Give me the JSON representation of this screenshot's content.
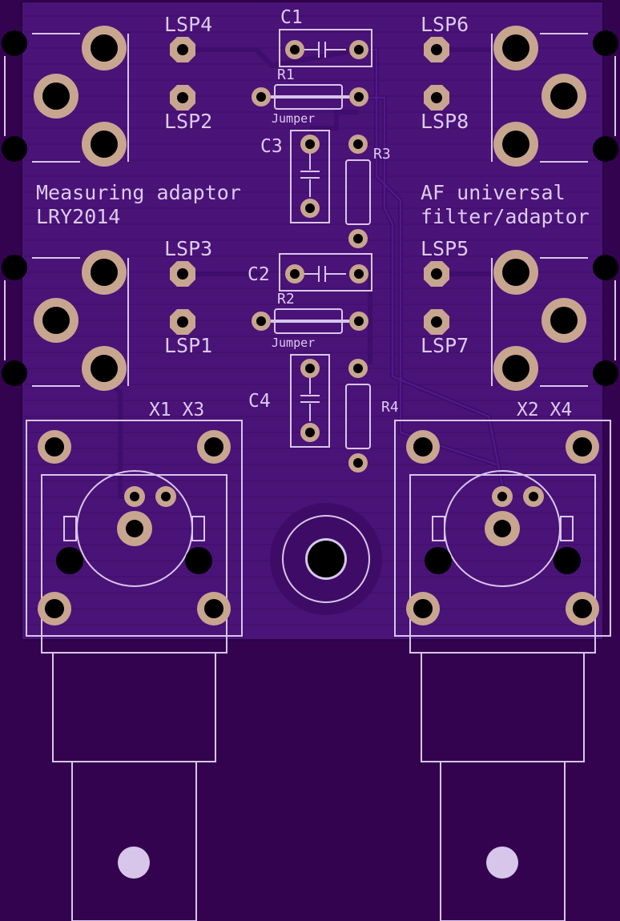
{
  "board": {
    "title_left": [
      "Measuring adaptor",
      "LRY2014"
    ],
    "title_right": [
      "AF universal",
      "filter/adaptor"
    ],
    "colors": {
      "substrate": "#33034f",
      "board_fill": "#4a1378",
      "silkscreen": "#d7c6ea",
      "pad_copper": "#c8a58f",
      "hole": "#000000"
    }
  },
  "labels": {
    "lsp4": "LSP4",
    "lsp2": "LSP2",
    "lsp3": "LSP3",
    "lsp1": "LSP1",
    "lsp6": "LSP6",
    "lsp8": "LSP8",
    "lsp5": "LSP5",
    "lsp7": "LSP7",
    "c1": "C1",
    "c2": "C2",
    "c3": "C3",
    "c4": "C4",
    "r1": "R1",
    "r2": "R2",
    "r3": "R3",
    "r4": "R4",
    "jumper1": "Jumper",
    "jumper2": "Jumper",
    "x1x3": "X1 X3",
    "x2x4": "X2 X4"
  },
  "components": {
    "speaker_terminals": [
      "LSP1",
      "LSP2",
      "LSP3",
      "LSP4",
      "LSP5",
      "LSP6",
      "LSP7",
      "LSP8"
    ],
    "capacitors": [
      "C1",
      "C2",
      "C3",
      "C4"
    ],
    "resistors": [
      "R1",
      "R2",
      "R3",
      "R4"
    ],
    "connectors": [
      "X1 X3",
      "X2 X4"
    ]
  }
}
